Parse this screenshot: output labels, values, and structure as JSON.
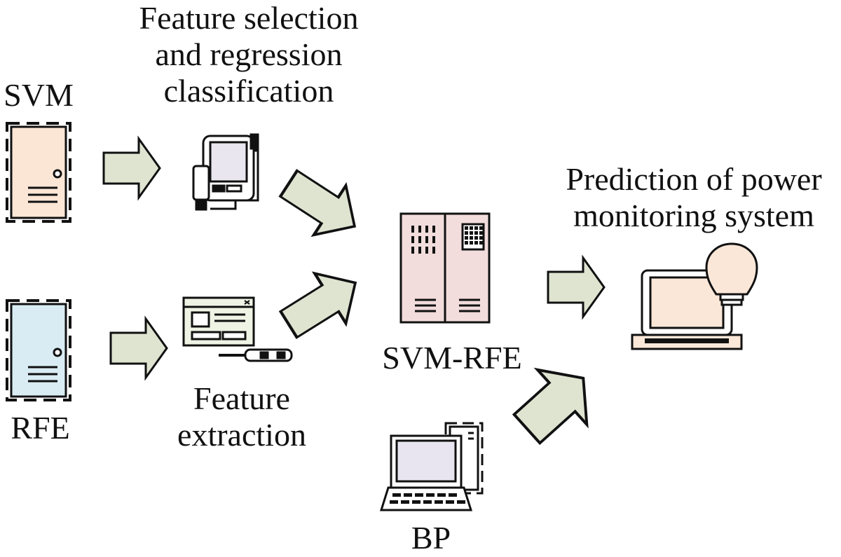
{
  "labels": {
    "svm": "SVM",
    "rfe": "RFE",
    "feature_selection": [
      "Feature selection",
      "and regression",
      "classification"
    ],
    "feature_extraction": [
      "Feature",
      "extraction"
    ],
    "svm_rfe": "SVM-RFE",
    "bp": "BP",
    "prediction": [
      "Prediction of power",
      "monitoring system"
    ]
  },
  "icons": {
    "svm": "door-icon",
    "rfe": "door-icon",
    "feature_selection": "handheld-device-icon",
    "feature_extraction": "window-screwdriver-icon",
    "svm_rfe": "server-cabinet-icon",
    "bp": "desktop-computer-icon",
    "prediction": "laptop-lightbulb-icon",
    "arrows": "arrow-icon"
  },
  "colors": {
    "arrow_fill": "#dfe4d1",
    "svm_door": "#fbe6d6",
    "rfe_door": "#d9ecf3",
    "server": "#f2dcdc",
    "bulb": "#fbe7d8",
    "laptop_screen": "#fbe7d8",
    "outline": "#111111"
  }
}
